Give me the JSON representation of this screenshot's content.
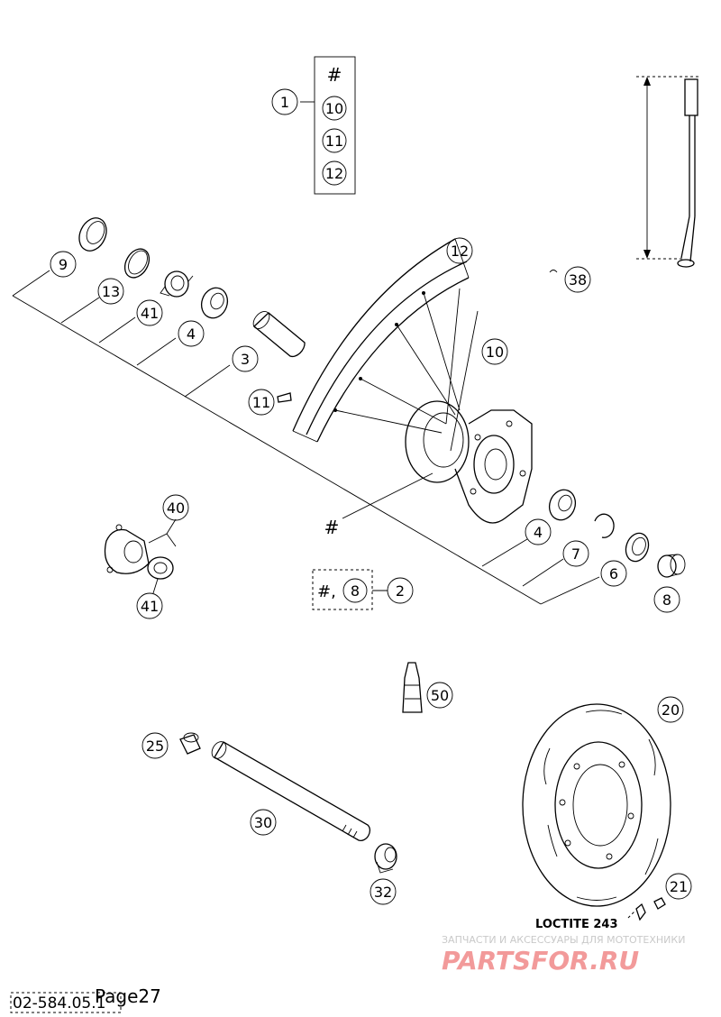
{
  "title": {
    "part_number": "02-584.05.1",
    "page_label": "Page27"
  },
  "callouts": {
    "c1": "1",
    "c10a": "10",
    "c11a": "11",
    "c12a": "12",
    "c9": "9",
    "c13": "13",
    "c41a": "41",
    "c4a": "4",
    "c3": "3",
    "c11b": "11",
    "c12b": "12",
    "c10b": "10",
    "c38": "38",
    "c4b": "4",
    "c7": "7",
    "c6": "6",
    "c8a": "8",
    "c40": "40",
    "c41b": "41",
    "c8b": "8",
    "c2": "2",
    "c50": "50",
    "c20": "20",
    "c25": "25",
    "c30": "30",
    "c32": "32",
    "c21": "21"
  },
  "symbols": {
    "hash_box": "#",
    "hash_hub": "#",
    "hash_group": "#,"
  },
  "notes": {
    "loctite": "LOCTITE 243"
  },
  "watermark": {
    "tagline": "ЗАПЧАСТИ И АКСЕССУАРЫ ДЛЯ МОТОТЕХНИКИ",
    "brand": "PARTSFOR.RU"
  }
}
